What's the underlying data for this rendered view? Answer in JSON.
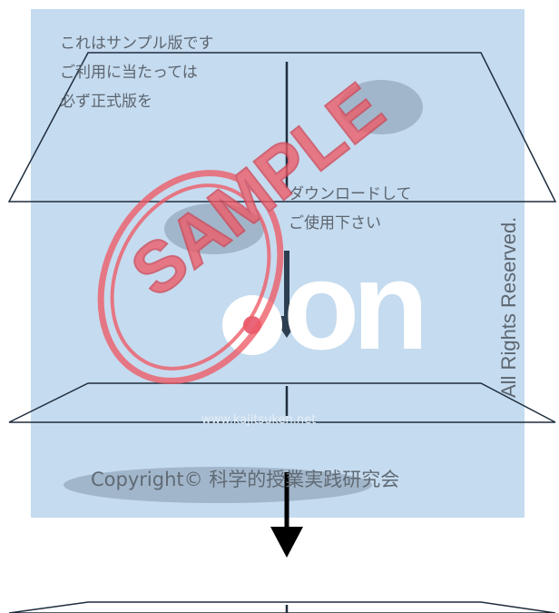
{
  "watermark": {
    "notice_lines_1": [
      "これはサンプル版です",
      "ご利用に当たっては",
      "必ず正式版を"
    ],
    "notice_lines_2": [
      "ダウンロードして",
      "ご使用下さい"
    ],
    "stamp_text": "SAMPLE",
    "logo_text": "on",
    "url": "www.kajitsuken.net",
    "copyright": "Copyright© 科学的授業実践研究会",
    "rights": "All Rights Reserved."
  },
  "colors": {
    "panel": "#c5dbef",
    "stamp": "#ef5a66",
    "arrow": "#000000",
    "outline": "#1f2d3d"
  }
}
